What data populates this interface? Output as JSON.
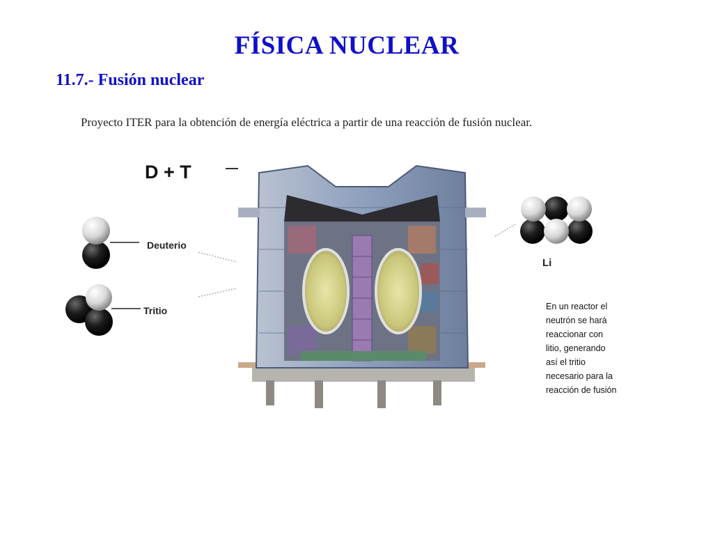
{
  "slide": {
    "title": "FÍSICA NUCLEAR",
    "section": "11.7.- Fusión nuclear"
  },
  "figure": {
    "caption": "Proyecto ITER para la obtención de energía eléctrica a partir de una reacción de fusión nuclear.",
    "equation": "D + T",
    "labels": {
      "deuterium": "Deuterio",
      "tritium": "Tritio",
      "lithium": "Li"
    },
    "note_lines": [
      "En un reactor el",
      "neutrón se hará",
      "reaccionar con",
      "litio, generando",
      "así el tritio",
      "necesario para la",
      "reacción de fusión"
    ]
  },
  "colors": {
    "heading": "#1010c8",
    "proton": "#e8e8e8",
    "neutron": "#151515",
    "reactor_shell": "#7d93b8"
  }
}
